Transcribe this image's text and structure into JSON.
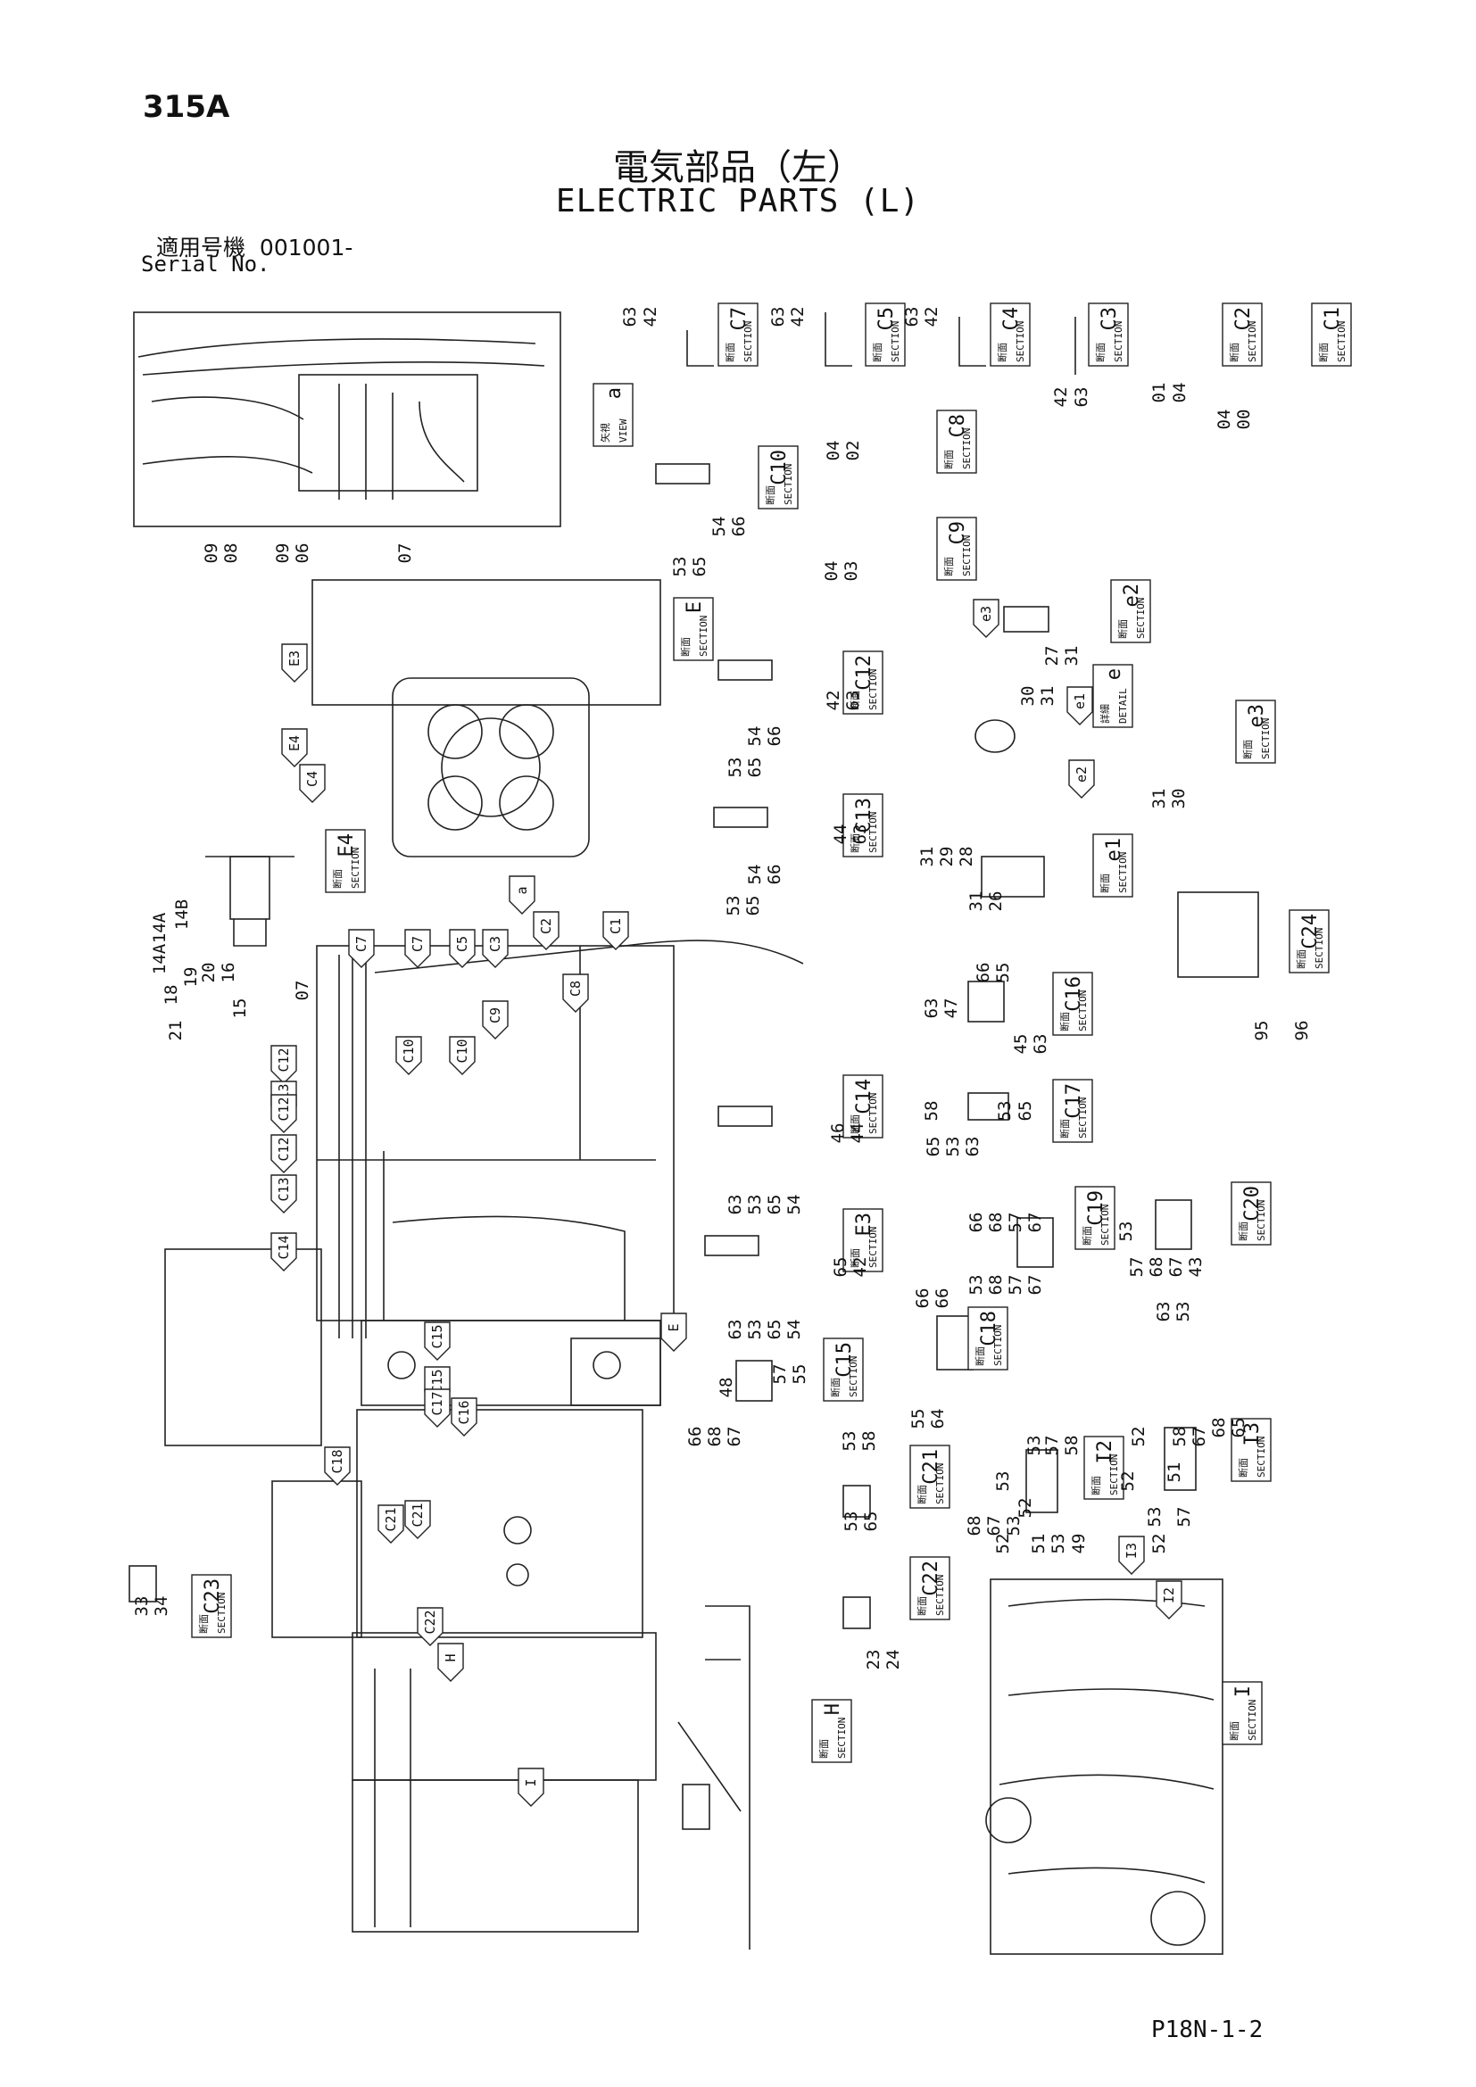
{
  "page_code": "315A",
  "title_jp": "電気部品（左）",
  "title_en": "ELECTRIC PARTS (L)",
  "serial_label_jp": "適用号機",
  "serial_value": "001001-",
  "serial_label_en": "Serial No.",
  "footer": "P18N-1-2",
  "boxes": {
    "dj": "断面",
    "section": "SECTION",
    "view_jp": "矢視",
    "view": "VIEW",
    "detail_jp": "詳細",
    "detail": "DETAIL",
    "items": [
      {
        "kind": "section",
        "label": "C1"
      },
      {
        "kind": "section",
        "label": "C2"
      },
      {
        "kind": "section",
        "label": "C3"
      },
      {
        "kind": "section",
        "label": "C4"
      },
      {
        "kind": "section",
        "label": "C5"
      },
      {
        "kind": "section",
        "label": "C7"
      },
      {
        "kind": "section",
        "label": "C8"
      },
      {
        "kind": "section",
        "label": "C9"
      },
      {
        "kind": "section",
        "label": "C10"
      },
      {
        "kind": "view",
        "label": "a"
      },
      {
        "kind": "section",
        "label": "E"
      },
      {
        "kind": "section",
        "label": "C12"
      },
      {
        "kind": "section",
        "label": "e2"
      },
      {
        "kind": "detail",
        "label": "e"
      },
      {
        "kind": "section",
        "label": "e3"
      },
      {
        "kind": "section",
        "label": "C13"
      },
      {
        "kind": "section",
        "label": "e1"
      },
      {
        "kind": "section",
        "label": "E4"
      },
      {
        "kind": "section",
        "label": "C24"
      },
      {
        "kind": "section",
        "label": "C16"
      },
      {
        "kind": "section",
        "label": "C17"
      },
      {
        "kind": "section",
        "label": "C14"
      },
      {
        "kind": "section",
        "label": "C19"
      },
      {
        "kind": "section",
        "label": "C20"
      },
      {
        "kind": "section",
        "label": "E3"
      },
      {
        "kind": "section",
        "label": "C18"
      },
      {
        "kind": "section",
        "label": "C15"
      },
      {
        "kind": "section",
        "label": "C21"
      },
      {
        "kind": "section",
        "label": "I2"
      },
      {
        "kind": "section",
        "label": "I3"
      },
      {
        "kind": "section",
        "label": "C22"
      },
      {
        "kind": "section",
        "label": "C23"
      },
      {
        "kind": "section",
        "label": "H"
      },
      {
        "kind": "section",
        "label": "I"
      }
    ]
  },
  "callouts": [
    {
      "text": "63"
    },
    {
      "text": "42"
    },
    {
      "text": "63"
    },
    {
      "text": "42"
    },
    {
      "text": "63"
    },
    {
      "text": "42"
    },
    {
      "text": "42"
    },
    {
      "text": "63"
    },
    {
      "text": "01"
    },
    {
      "text": "04"
    },
    {
      "text": "04"
    },
    {
      "text": "00"
    },
    {
      "text": "04"
    },
    {
      "text": "02"
    },
    {
      "text": "53"
    },
    {
      "text": "65"
    },
    {
      "text": "54"
    },
    {
      "text": "66"
    },
    {
      "text": "04"
    },
    {
      "text": "03"
    },
    {
      "text": "09"
    },
    {
      "text": "08"
    },
    {
      "text": "09"
    },
    {
      "text": "06"
    },
    {
      "text": "07"
    },
    {
      "text": "27"
    },
    {
      "text": "31"
    },
    {
      "text": "30"
    },
    {
      "text": "31"
    },
    {
      "text": "42"
    },
    {
      "text": "63"
    },
    {
      "text": "53"
    },
    {
      "text": "65"
    },
    {
      "text": "54"
    },
    {
      "text": "66"
    },
    {
      "text": "31"
    },
    {
      "text": "30"
    },
    {
      "text": "31"
    },
    {
      "text": "29"
    },
    {
      "text": "28"
    },
    {
      "text": "44"
    },
    {
      "text": "63"
    },
    {
      "text": "53"
    },
    {
      "text": "65"
    },
    {
      "text": "54"
    },
    {
      "text": "66"
    },
    {
      "text": "31"
    },
    {
      "text": "26"
    },
    {
      "text": "19"
    },
    {
      "text": "20"
    },
    {
      "text": "16"
    },
    {
      "text": "15"
    },
    {
      "text": "14A"
    },
    {
      "text": "14B"
    },
    {
      "text": "14A"
    },
    {
      "text": "18"
    },
    {
      "text": "21"
    },
    {
      "text": "07"
    },
    {
      "text": "66"
    },
    {
      "text": "55"
    },
    {
      "text": "63"
    },
    {
      "text": "47"
    },
    {
      "text": "45"
    },
    {
      "text": "63"
    },
    {
      "text": "95"
    },
    {
      "text": "96"
    },
    {
      "text": "58"
    },
    {
      "text": "53"
    },
    {
      "text": "65"
    },
    {
      "text": "65"
    },
    {
      "text": "53"
    },
    {
      "text": "63"
    },
    {
      "text": "46"
    },
    {
      "text": "44"
    },
    {
      "text": "63"
    },
    {
      "text": "53"
    },
    {
      "text": "65"
    },
    {
      "text": "54"
    },
    {
      "text": "66"
    },
    {
      "text": "68"
    },
    {
      "text": "57"
    },
    {
      "text": "67"
    },
    {
      "text": "53"
    },
    {
      "text": "68"
    },
    {
      "text": "57"
    },
    {
      "text": "67"
    },
    {
      "text": "53"
    },
    {
      "text": "57"
    },
    {
      "text": "68"
    },
    {
      "text": "67"
    },
    {
      "text": "43"
    },
    {
      "text": "63"
    },
    {
      "text": "53"
    },
    {
      "text": "65"
    },
    {
      "text": "42"
    },
    {
      "text": "63"
    },
    {
      "text": "53"
    },
    {
      "text": "65"
    },
    {
      "text": "54"
    },
    {
      "text": "66"
    },
    {
      "text": "66"
    },
    {
      "text": "55"
    },
    {
      "text": "64"
    },
    {
      "text": "48"
    },
    {
      "text": "57"
    },
    {
      "text": "55"
    },
    {
      "text": "66"
    },
    {
      "text": "68"
    },
    {
      "text": "67"
    },
    {
      "text": "53"
    },
    {
      "text": "57"
    },
    {
      "text": "58"
    },
    {
      "text": "53"
    },
    {
      "text": "52"
    },
    {
      "text": "52"
    },
    {
      "text": "51"
    },
    {
      "text": "53"
    },
    {
      "text": "49"
    },
    {
      "text": "68"
    },
    {
      "text": "67"
    },
    {
      "text": "53"
    },
    {
      "text": "52"
    },
    {
      "text": "52"
    },
    {
      "text": "53"
    },
    {
      "text": "51"
    },
    {
      "text": "58"
    },
    {
      "text": "52"
    },
    {
      "text": "57"
    },
    {
      "text": "67"
    },
    {
      "text": "68"
    },
    {
      "text": "65"
    },
    {
      "text": "53"
    },
    {
      "text": "58"
    },
    {
      "text": "53"
    },
    {
      "text": "65"
    },
    {
      "text": "23"
    },
    {
      "text": "24"
    },
    {
      "text": "33"
    },
    {
      "text": "34"
    }
  ],
  "arrow_labels": [
    {
      "text": "a"
    },
    {
      "text": "E3"
    },
    {
      "text": "E4"
    },
    {
      "text": "C4"
    },
    {
      "text": "C7"
    },
    {
      "text": "C7"
    },
    {
      "text": "C5"
    },
    {
      "text": "C3"
    },
    {
      "text": "C2"
    },
    {
      "text": "C1"
    },
    {
      "text": "C8"
    },
    {
      "text": "C9"
    },
    {
      "text": "C10"
    },
    {
      "text": "C10"
    },
    {
      "text": "C12"
    },
    {
      "text": "C13"
    },
    {
      "text": "C12"
    },
    {
      "text": "C12"
    },
    {
      "text": "C13"
    },
    {
      "text": "C14"
    },
    {
      "text": "C15"
    },
    {
      "text": "C15"
    },
    {
      "text": "C17"
    },
    {
      "text": "C16"
    },
    {
      "text": "C18"
    },
    {
      "text": "C21"
    },
    {
      "text": "C21"
    },
    {
      "text": "C22"
    },
    {
      "text": "E"
    },
    {
      "text": "H"
    },
    {
      "text": "I"
    },
    {
      "text": "e3"
    },
    {
      "text": "e1"
    },
    {
      "text": "e2"
    },
    {
      "text": "I3"
    },
    {
      "text": "I2"
    }
  ]
}
